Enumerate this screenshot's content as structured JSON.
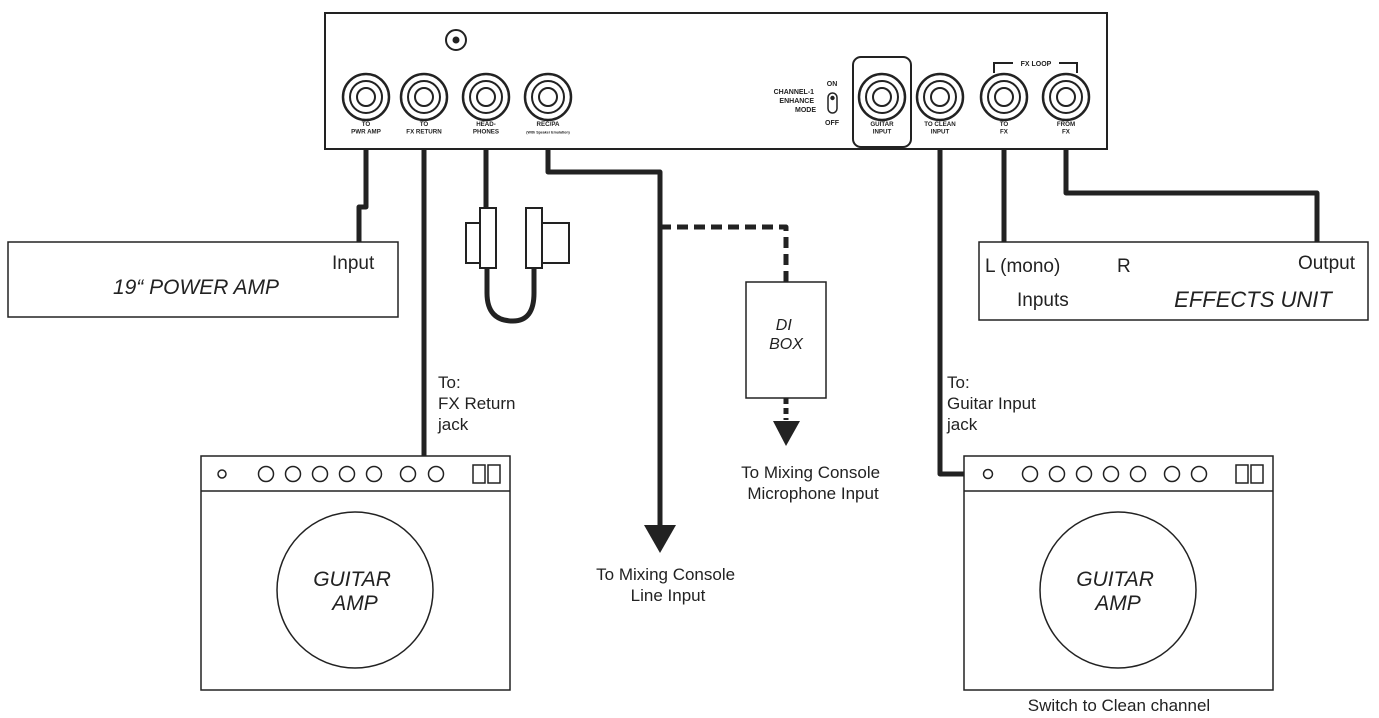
{
  "unit_panel": {
    "jacks": {
      "to_pwr_amp": [
        "TO",
        "PWR AMP"
      ],
      "to_fx_return": [
        "TO",
        "FX RETURN"
      ],
      "headphones": [
        "HEAD-",
        "PHONES"
      ],
      "rec_pa": [
        "REC/PA",
        "(With Speaker Emulation)"
      ],
      "guitar_input": [
        "GUITAR",
        "INPUT"
      ],
      "to_clean_input": [
        "TO CLEAN",
        "INPUT"
      ],
      "to_fx": [
        "TO",
        "FX"
      ],
      "from_fx": [
        "FROM",
        "FX"
      ]
    },
    "fx_loop_label": "FX LOOP",
    "enhance_switch": {
      "label": [
        "CHANNEL-1",
        "ENHANCE",
        "MODE"
      ],
      "on": "ON",
      "off": "OFF"
    }
  },
  "power_amp": {
    "name": "19“ POWER AMP",
    "input_label": "Input"
  },
  "effects_unit": {
    "name": "EFFECTS UNIT",
    "left_label": "L (mono)",
    "right_label": "R",
    "output_label": "Output",
    "inputs_label": "Inputs"
  },
  "di_box": {
    "label": [
      "DI",
      "BOX"
    ]
  },
  "annotations": {
    "fx_return_target": [
      "To:",
      "FX Return",
      "jack"
    ],
    "guitar_input_target": [
      "To:",
      "Guitar Input",
      "jack"
    ],
    "mixing_line": [
      "To Mixing Console",
      "Line Input"
    ],
    "mixing_mic": [
      "To Mixing Console",
      "Microphone Input"
    ],
    "clean_channel_note": "Switch to Clean channel"
  },
  "guitar_amps": [
    {
      "label": [
        "GUITAR",
        "AMP"
      ]
    },
    {
      "label": [
        "GUITAR",
        "AMP"
      ]
    }
  ]
}
